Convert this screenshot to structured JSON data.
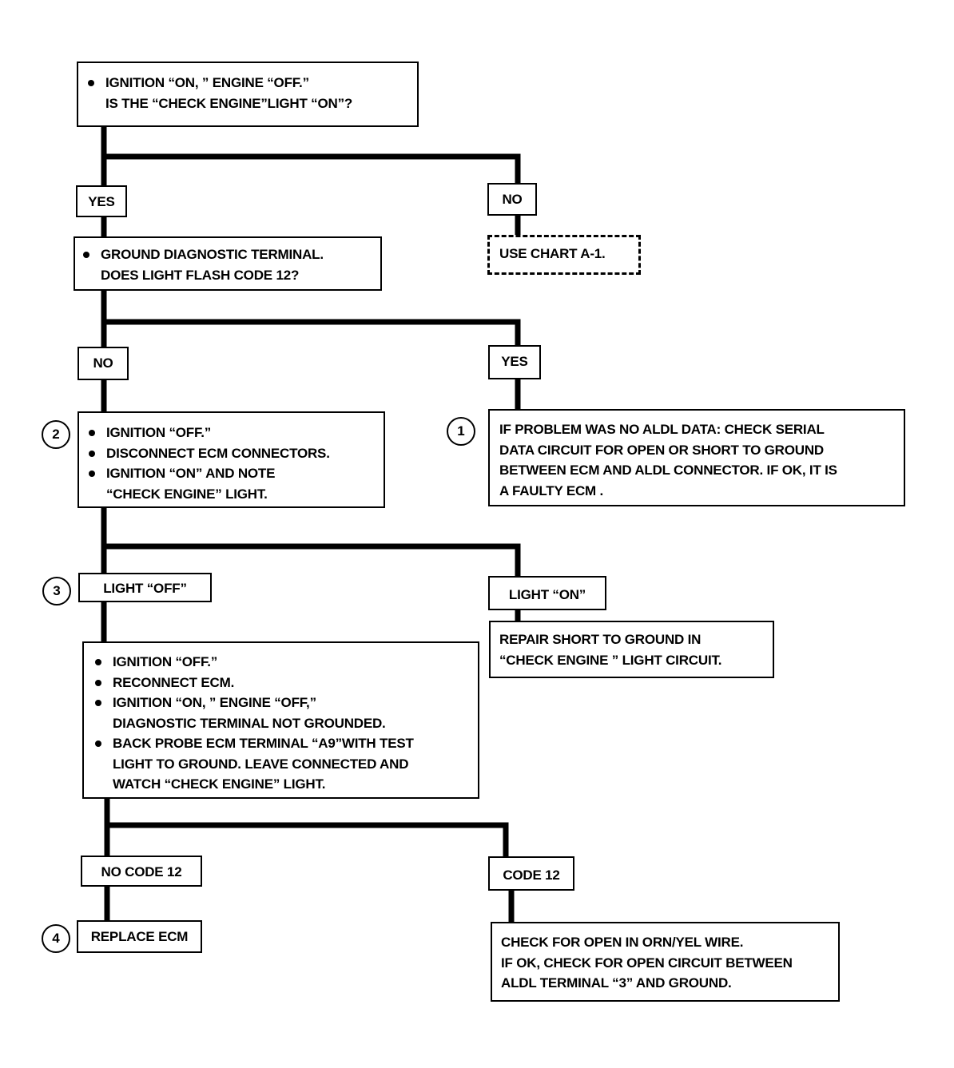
{
  "chart": {
    "start": {
      "lines": [
        "IGNITION “ON, ” ENGINE “OFF.”",
        "IS THE “CHECK ENGINE”LIGHT “ON”?"
      ]
    },
    "yes1": "YES",
    "no1": "NO",
    "use_chart": "USE  CHART A-1.",
    "ground_step": {
      "lines": [
        "GROUND DIAGNOSTIC TERMINAL.",
        "DOES LIGHT FLASH CODE 12?"
      ]
    },
    "no2": "NO",
    "yes2": "YES",
    "step2": {
      "items": [
        "IGNITION “OFF.”",
        "DISCONNECT ECM CONNECTORS.",
        "IGNITION “ON” AND NOTE “CHECK ENGINE” LIGHT."
      ],
      "item3_lines": [
        "IGNITION “ON” AND NOTE",
        "“CHECK ENGINE” LIGHT."
      ]
    },
    "step1_text": {
      "lines": [
        "IF PROBLEM WAS NO ALDL DATA:   CHECK SERIAL",
        "DATA CIRCUIT  FOR OPEN OR SHORT TO GROUND",
        "BETWEEN ECM AND ALDL CONNECTOR.  IF OK, IT IS",
        "A FAULTY ECM ."
      ]
    },
    "light_off": "LIGHT “OFF”",
    "light_on": "LIGHT “ON”",
    "repair_short": {
      "lines": [
        "REPAIR SHORT TO GROUND IN",
        "“CHECK ENGINE ” LIGHT CIRCUIT."
      ]
    },
    "step3": {
      "item1": "IGNITION “OFF.”",
      "item2": "RECONNECT ECM.",
      "item3_lines": [
        "IGNITION “ON, ”  ENGINE “OFF,”",
        "DIAGNOSTIC TERMINAL NOT GROUNDED."
      ],
      "item4_lines": [
        "BACK PROBE ECM TERMINAL “A9”WITH TEST",
        "LIGHT TO GROUND.  LEAVE CONNECTED AND",
        "WATCH “CHECK ENGINE” LIGHT."
      ]
    },
    "no_code12": "NO CODE 12",
    "code12": "CODE 12",
    "replace_ecm": "REPLACE ECM",
    "check_open": {
      "lines": [
        "CHECK FOR OPEN IN ORN/YEL WIRE.",
        "IF OK, CHECK FOR OPEN CIRCUIT BETWEEN",
        "ALDL TERMINAL “3” AND GROUND."
      ]
    },
    "markers": [
      "1",
      "2",
      "3",
      "4"
    ]
  }
}
